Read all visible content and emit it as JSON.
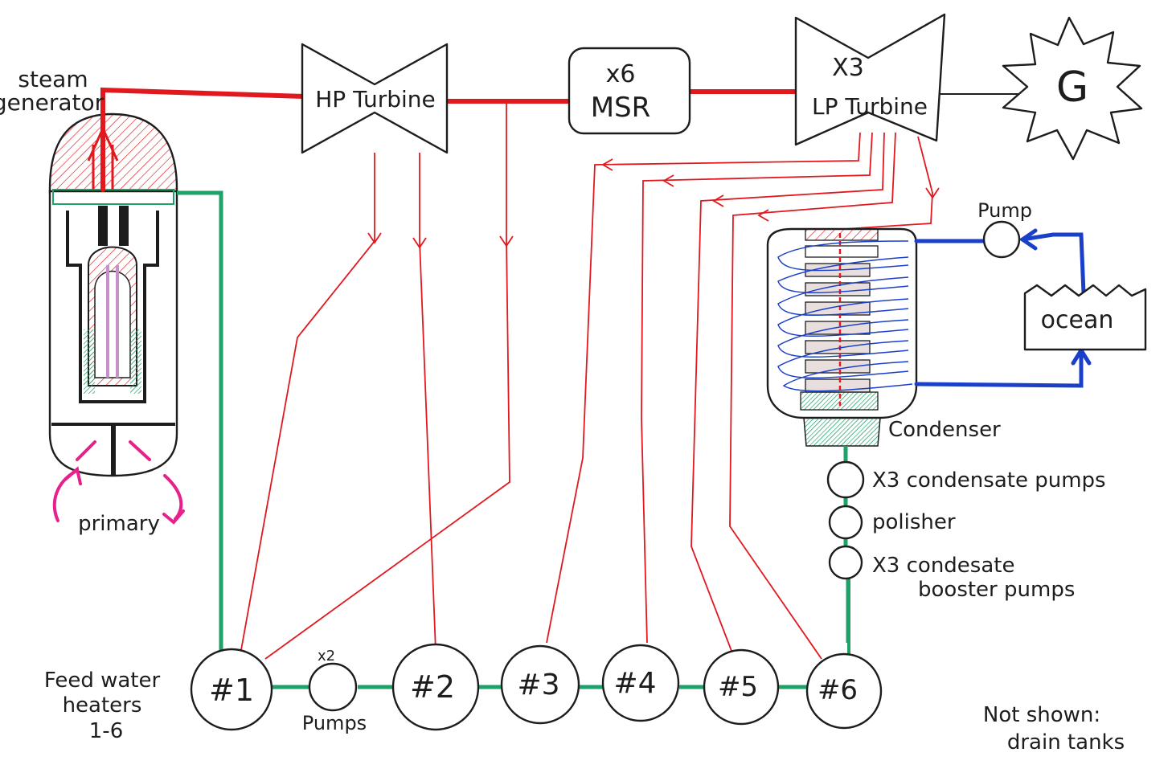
{
  "labels": {
    "steam_generator": [
      "steam",
      "generator"
    ],
    "hp_turbine": "HP Turbine",
    "msr_count": "x6",
    "msr": "MSR",
    "lp_count": "X3",
    "lp_turbine": "LP Turbine",
    "generator": "G",
    "pump": "Pump",
    "ocean": "ocean",
    "condenser": "Condenser",
    "condensate_pumps": "X3 condensate pumps",
    "polisher": "polisher",
    "booster_line1": "X3 condesate",
    "booster_line2": "booster pumps",
    "primary": "primary",
    "feed_water": [
      "Feed water",
      "heaters",
      "1-6"
    ],
    "pumps_count": "x2",
    "pumps": "Pumps",
    "heaters": [
      "#1",
      "#2",
      "#3",
      "#4",
      "#5",
      "#6"
    ],
    "note": [
      "Not shown:",
      "drain tanks"
    ]
  },
  "colors": {
    "steam": "#e0191f",
    "feedwater": "#1fa26a",
    "cooling_water": "#1a3fc8",
    "primary_loop": "#e8208c",
    "ink": "#1d1d1d"
  }
}
